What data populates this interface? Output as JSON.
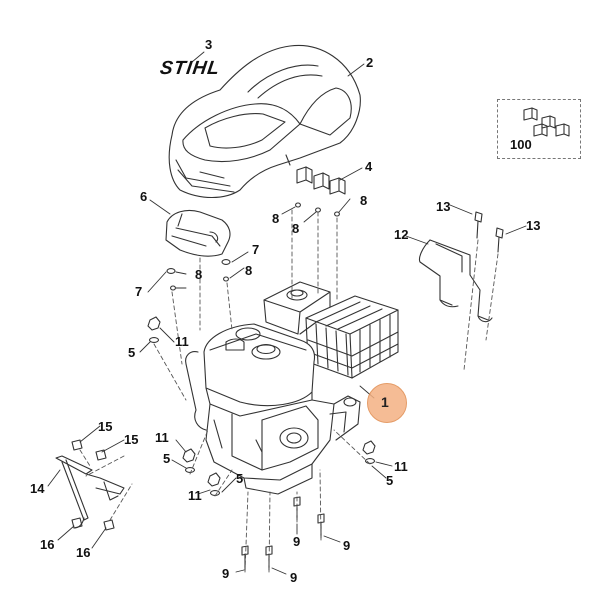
{
  "brand": "STIHL",
  "highlight_label": "1",
  "labels": {
    "p2": "2",
    "p3": "3",
    "p4": "4",
    "p5a": "5",
    "p5b": "5",
    "p5c": "5",
    "p5d": "5",
    "p6": "6",
    "p7a": "7",
    "p7b": "7",
    "p8a": "8",
    "p8b": "8",
    "p8c": "8",
    "p8d": "8",
    "p8e": "8",
    "p9a": "9",
    "p9b": "9",
    "p9c": "9",
    "p9d": "9",
    "p11a": "11",
    "p11b": "11",
    "p11c": "11",
    "p11d": "11",
    "p12": "12",
    "p13a": "13",
    "p13b": "13",
    "p14": "14",
    "p15a": "15",
    "p15b": "15",
    "p16a": "16",
    "p16b": "16",
    "p100": "100"
  },
  "colors": {
    "line": "#333333",
    "highlight": "#f4b183"
  }
}
